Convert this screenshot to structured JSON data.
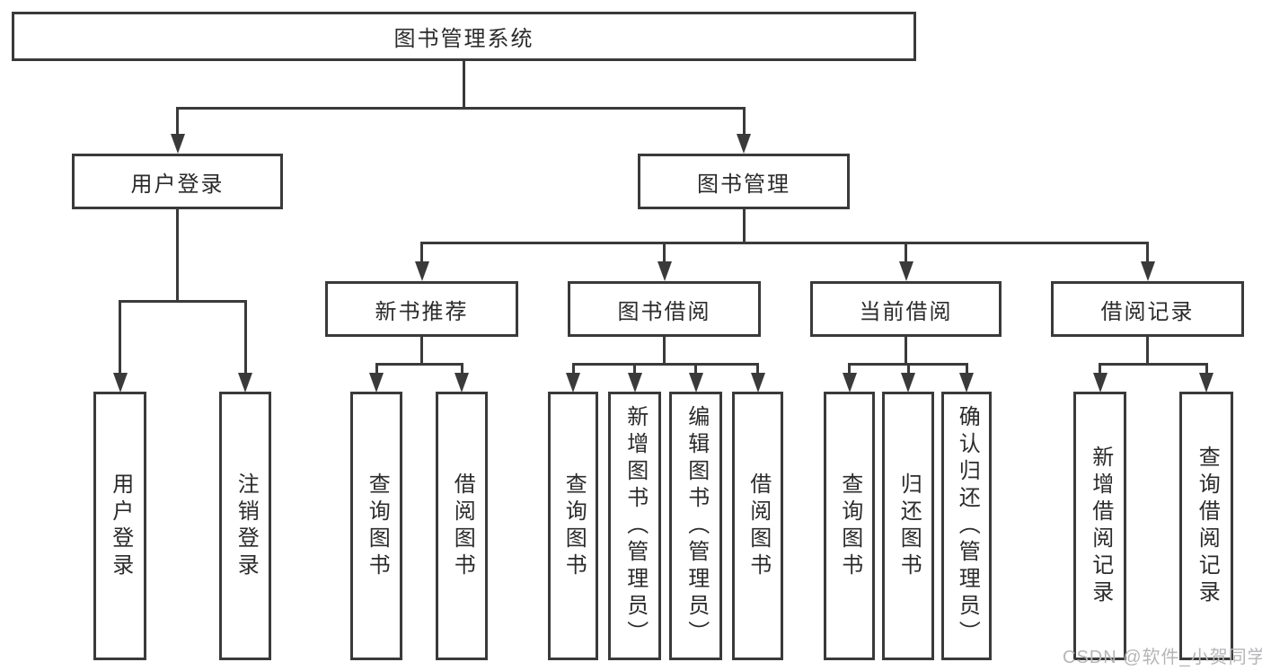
{
  "diagram": {
    "type": "hierarchy-chart",
    "colors": {
      "line": "#3a3a3a",
      "text": "#2b2b2b",
      "background": "#ffffff",
      "watermark": "#b6b6b9"
    },
    "tree": {
      "label": "图书管理系统",
      "children": [
        {
          "label": "用户登录",
          "children": [
            {
              "label": "用户登录"
            },
            {
              "label": "注销登录"
            }
          ]
        },
        {
          "label": "图书管理",
          "children": [
            {
              "label": "新书推荐",
              "children": [
                {
                  "label": "查询图书"
                },
                {
                  "label": "借阅图书"
                }
              ]
            },
            {
              "label": "图书借阅",
              "children": [
                {
                  "label": "查询图书"
                },
                {
                  "label": "新增图书（管理员）"
                },
                {
                  "label": "编辑图书（管理员）"
                },
                {
                  "label": "借阅图书"
                }
              ]
            },
            {
              "label": "当前借阅",
              "children": [
                {
                  "label": "查询图书"
                },
                {
                  "label": "归还图书"
                },
                {
                  "label": "确认归还（管理员）"
                }
              ]
            },
            {
              "label": "借阅记录",
              "children": [
                {
                  "label": "新增借阅记录"
                },
                {
                  "label": "查询借阅记录"
                }
              ]
            }
          ]
        }
      ]
    }
  },
  "watermark": {
    "text": "CSDN @软件_小贺同学"
  }
}
